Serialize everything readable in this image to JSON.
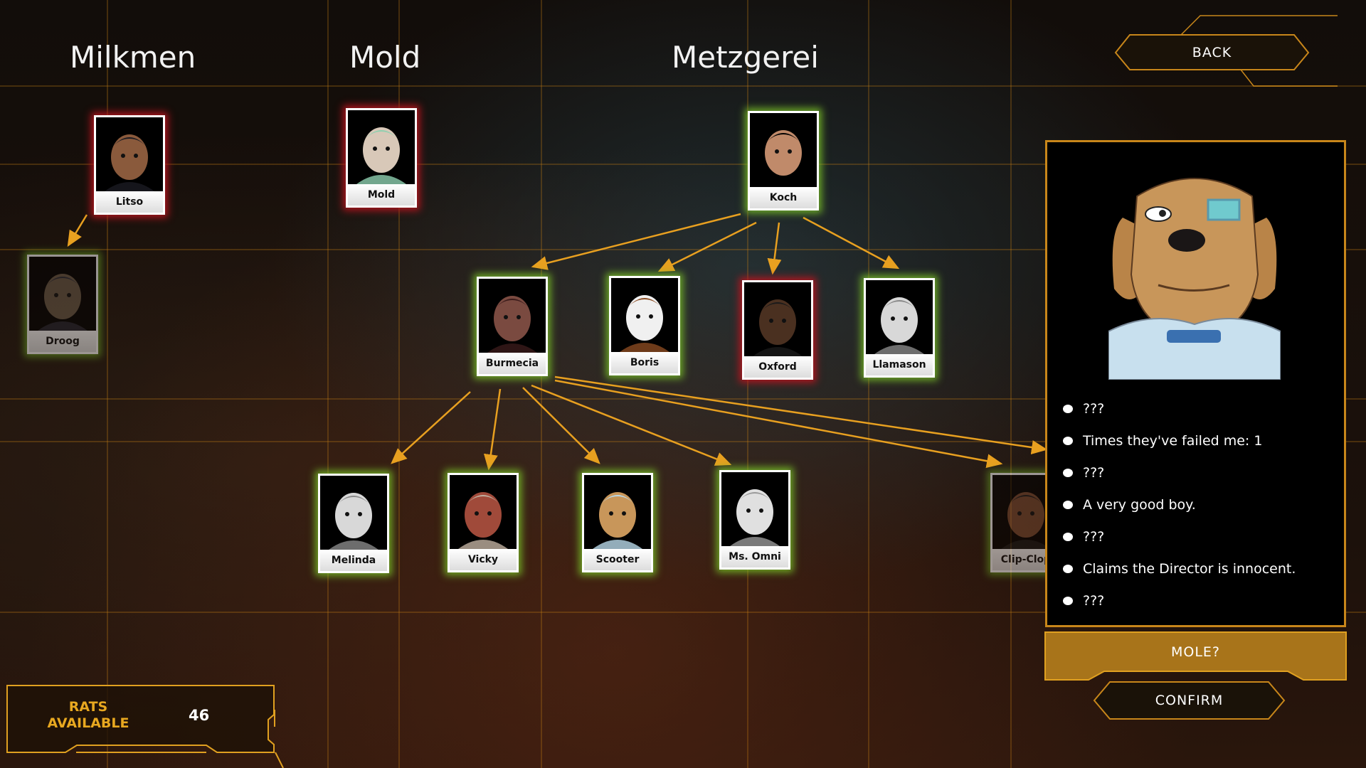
{
  "columns": [
    {
      "title": "Milkmen"
    },
    {
      "title": "Mold"
    },
    {
      "title": "Metzgerei"
    }
  ],
  "cards": [
    {
      "name": "Litso",
      "glow": "red",
      "skin": "#8a5a3c",
      "hair": "#1a1a22"
    },
    {
      "name": "Droog",
      "glow": "green",
      "skin": "#6b5a48",
      "hair": "#2a2a38"
    },
    {
      "name": "Mold",
      "glow": "red",
      "skin": "#d8c8b8",
      "hair": "#8fd0b0"
    },
    {
      "name": "Koch",
      "glow": "green",
      "skin": "#c08a6a",
      "hair": "#000000"
    },
    {
      "name": "Burmecia",
      "glow": "green",
      "skin": "#7a4a40",
      "hair": "#3a1a1a"
    },
    {
      "name": "Boris",
      "glow": "green",
      "skin": "#f0f0f0",
      "hair": "#8a4a20"
    },
    {
      "name": "Oxford",
      "glow": "red",
      "skin": "#4a3020",
      "hair": "#1a1a1a"
    },
    {
      "name": "Llamason",
      "glow": "green",
      "skin": "#d8d8d8",
      "hair": "#888888"
    },
    {
      "name": "Melinda",
      "glow": "green",
      "skin": "#d8d8d8",
      "hair": "#888888"
    },
    {
      "name": "Vicky",
      "glow": "green",
      "skin": "#a04a3a",
      "hair": "#c0b0a0"
    },
    {
      "name": "Scooter",
      "glow": "green",
      "skin": "#c8965a",
      "hair": "#b8d8e8"
    },
    {
      "name": "Ms. Omni",
      "glow": "green",
      "skin": "#e0e0e0",
      "hair": "#999999"
    },
    {
      "name": "Clip-Clop",
      "glow": "green",
      "skin": "#7a4a30",
      "hair": "#1a1a1a"
    }
  ],
  "panel": {
    "back_label": "BACK",
    "clues": [
      "???",
      "Times they've failed me:  1",
      "???",
      "A very good boy.",
      "???",
      "Claims the Director is innocent.",
      "???"
    ],
    "mole_label": "MOLE?",
    "confirm_label": "CONFIRM"
  },
  "rats": {
    "label_line1": "RATS",
    "label_line2": "AVAILABLE",
    "count": "46"
  },
  "colors": {
    "accent": "#e8a820",
    "glow_green": "#78be28",
    "glow_red": "#be141e",
    "panel_border": "#c8861a",
    "mole_fill": "#a8741a"
  }
}
